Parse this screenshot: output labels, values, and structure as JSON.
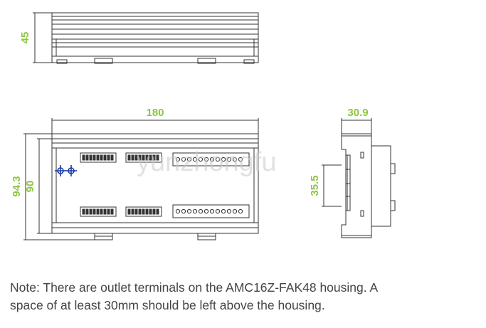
{
  "dimensions": {
    "top_height": "45",
    "front_width": "180",
    "front_height_outer": "94.3",
    "front_height_inner": "90",
    "side_depth": "30.9",
    "side_step": "35.5"
  },
  "watermark": "yunzhongfu",
  "note": {
    "line1": "Note: There are outlet terminals on the AMC16Z-FAK48 housing. A",
    "line2": "space of at least 30mm should be left above the housing."
  },
  "colors": {
    "dimension_text": "#8cc63f",
    "line": "#333333",
    "terminal_dot": "#1a3aa8"
  }
}
